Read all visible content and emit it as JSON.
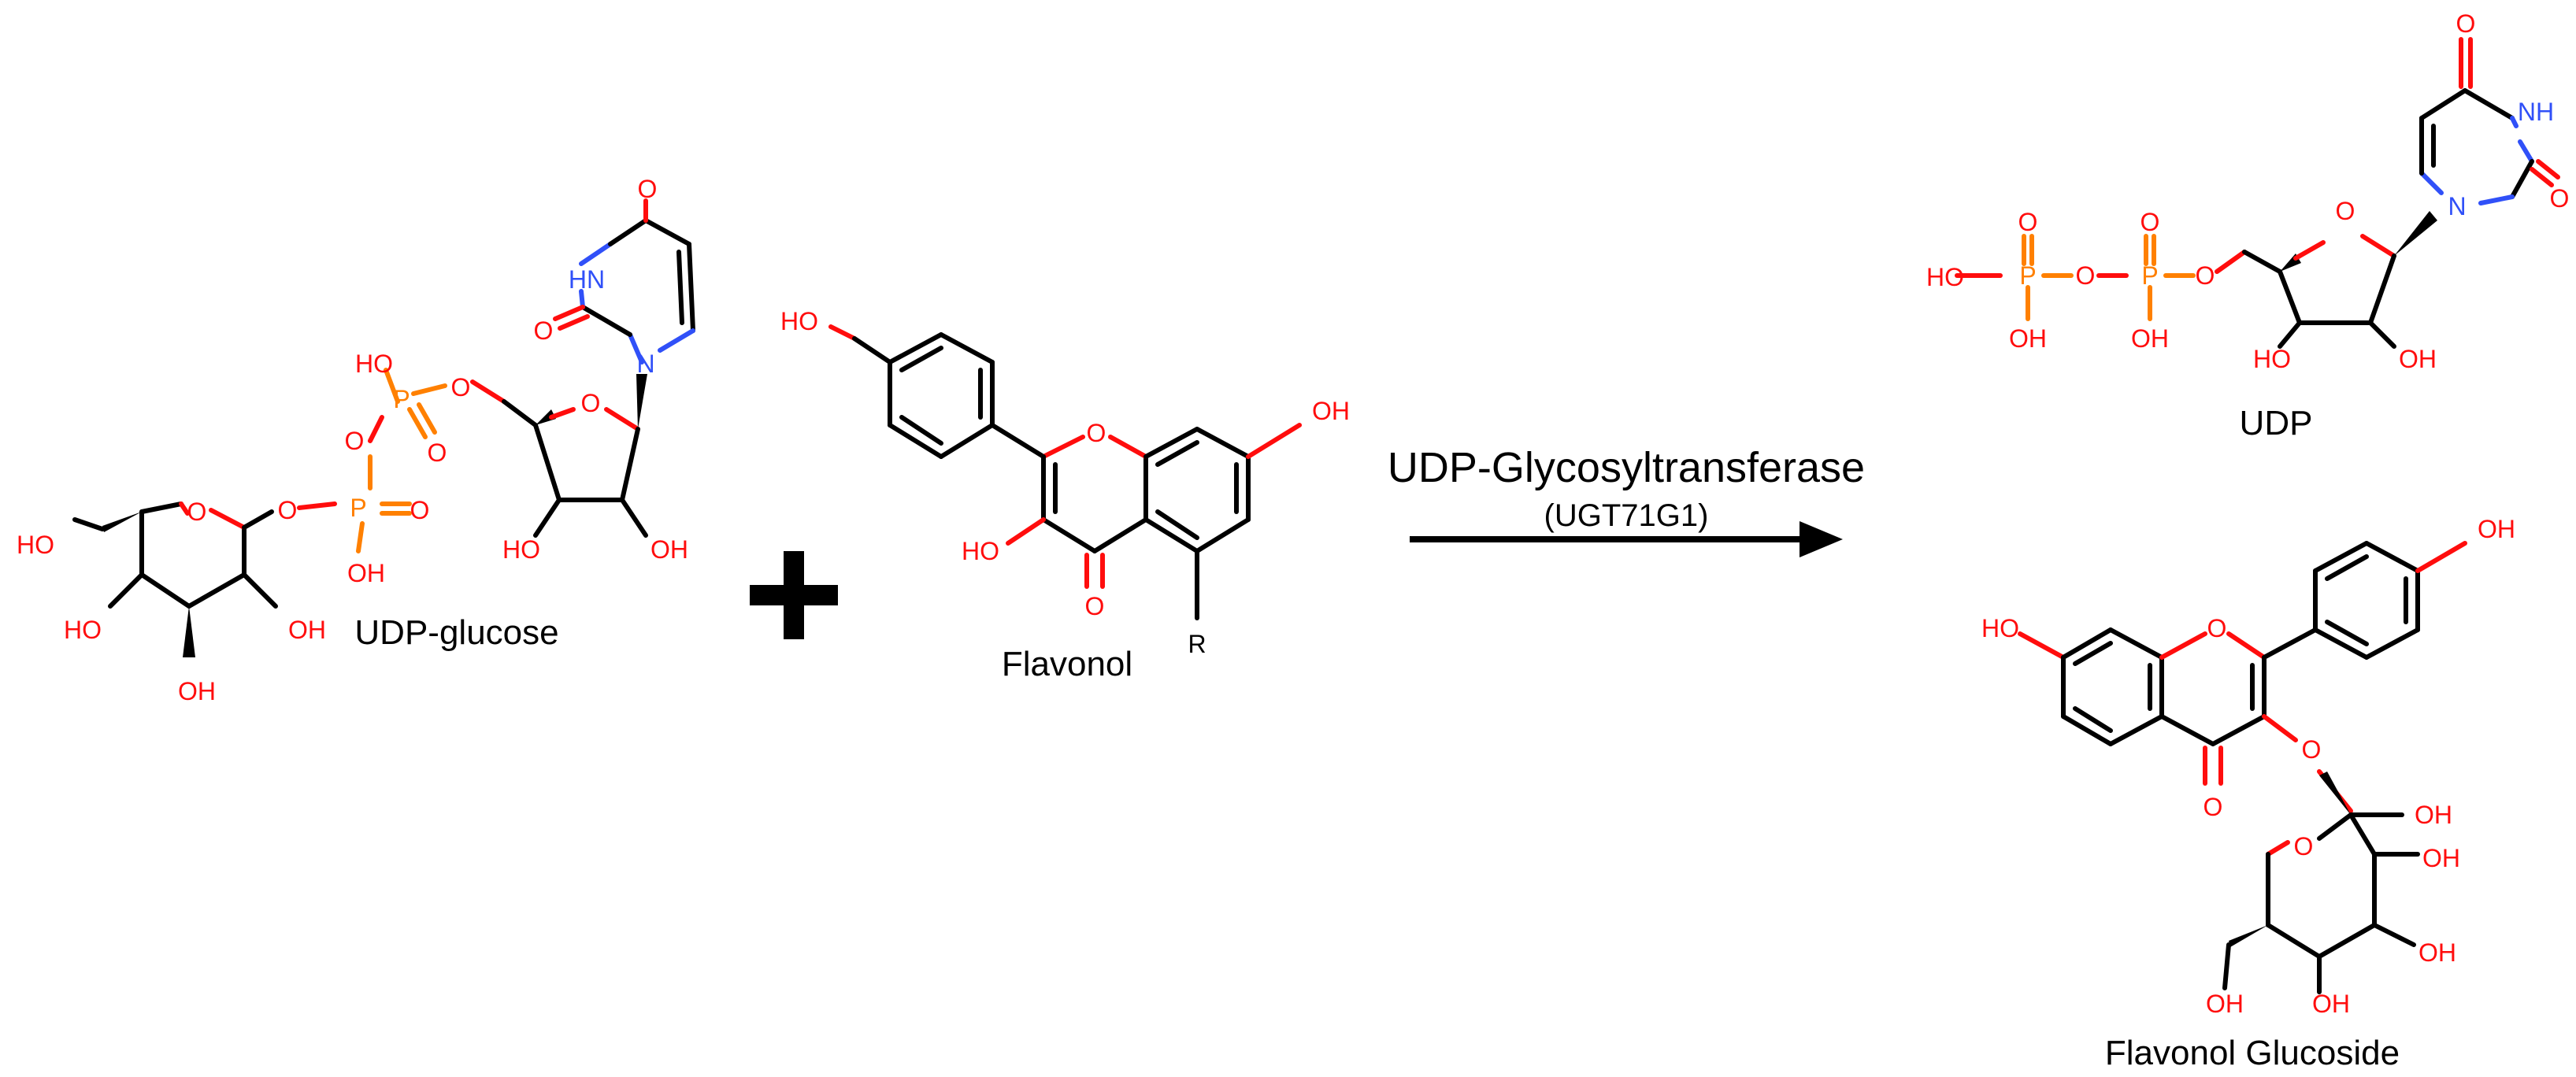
{
  "colors": {
    "oxygen": "#ff0d0d",
    "nitrogen": "#3050f8",
    "phosphorus": "#ff8000",
    "bond": "#000000"
  },
  "atoms": {
    "O": "O",
    "N": "N",
    "P": "P",
    "OH": "OH",
    "HO": "HO",
    "HN": "HN",
    "NH": "NH",
    "R": "R"
  },
  "reactants": {
    "udp_glucose": {
      "label": "UDP-glucose"
    },
    "plus": "+",
    "flavonol": {
      "label": "Flavonol"
    }
  },
  "reaction": {
    "enzyme": "UDP-Glycosyltransferase",
    "enzyme_code": "(UGT71G1)"
  },
  "products": {
    "udp": {
      "label": "UDP"
    },
    "flavonol_glucoside": {
      "label": "Flavonol Glucoside"
    }
  }
}
